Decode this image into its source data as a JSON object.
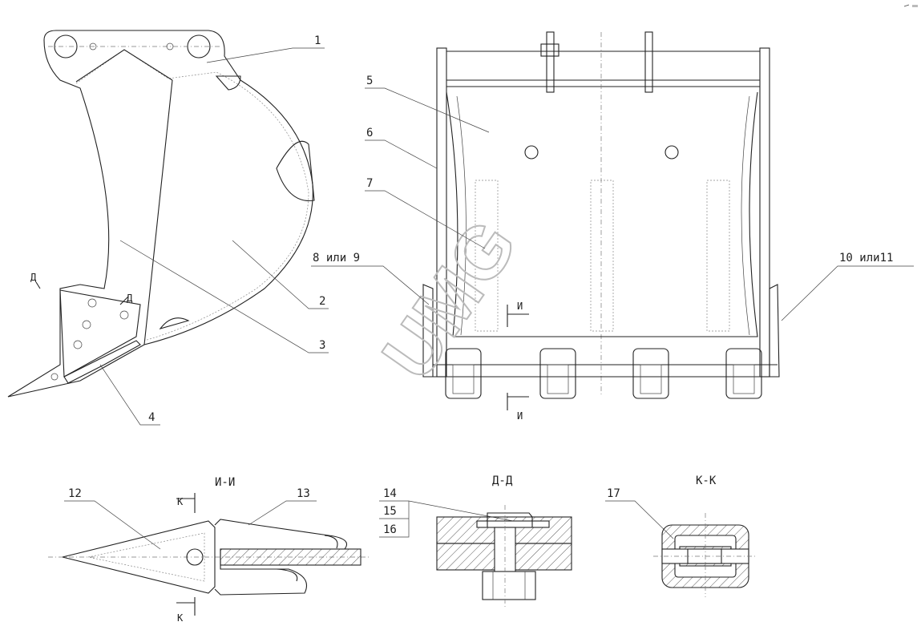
{
  "title": "Ковш / рыхлитель — сборочный чертёж",
  "watermark": "UMG",
  "callouts": {
    "p1": "1",
    "p2": "2",
    "p3": "3",
    "p4": "4",
    "p5": "5",
    "p6": "6",
    "p7": "7",
    "p8_9": "8 или 9",
    "p10_11": "10 или11",
    "p12": "12",
    "p13": "13",
    "p14": "14",
    "p15": "15",
    "p16": "16",
    "p17": "17"
  },
  "sections": {
    "ii_title": "И-И",
    "dd_title": "Д-Д",
    "kk_title": "К-К",
    "d_mark": "Д",
    "i_mark": "И",
    "k_mark": "К"
  }
}
